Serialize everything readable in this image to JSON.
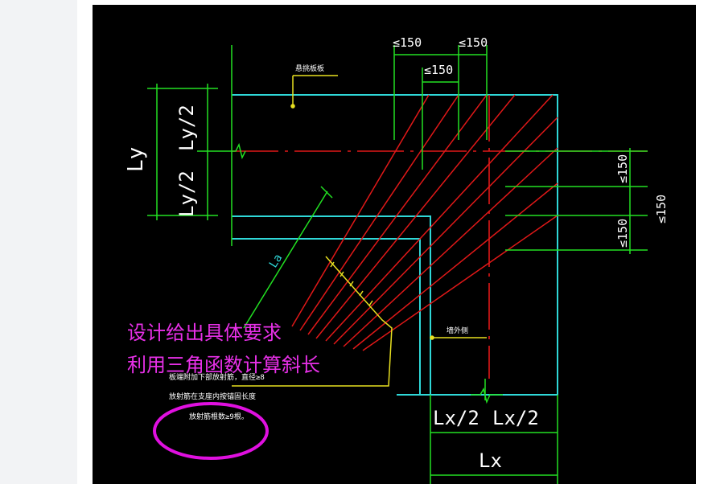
{
  "dimensions": {
    "spacing_top_left": "≤150",
    "spacing_top_right": "≤150",
    "spacing_top_mid": "≤150",
    "spacing_right_upper": "≤150",
    "spacing_right_lower": "≤150",
    "spacing_right_outer": "≤150",
    "ly": "Ly",
    "ly_half_top": "Ly/2",
    "ly_half_bottom": "Ly/2",
    "lx_half_left": "Lx/2",
    "lx_half_right": "Lx/2",
    "lx": "Lx",
    "la": "La"
  },
  "cad_labels": {
    "top_note": "悬挑板板",
    "wall_label": "墙外侧",
    "note_line1": "板端附加下部放射筋，直径≥8",
    "note_line2": "放射筋在支座内按锚固长度",
    "note_line3": "放射筋根数≥9根。"
  },
  "annotation": {
    "line1": "设计给出具体要求",
    "line2": "利用三角函数计算斜长",
    "text_color": "#e830e8",
    "ellipse_color": "#e010e0"
  },
  "colors": {
    "background": "#000000",
    "dimension": "#22e022",
    "rebar_radial": "#e01818",
    "outline": "#2fd8d8",
    "yellow": "#e8e020"
  }
}
